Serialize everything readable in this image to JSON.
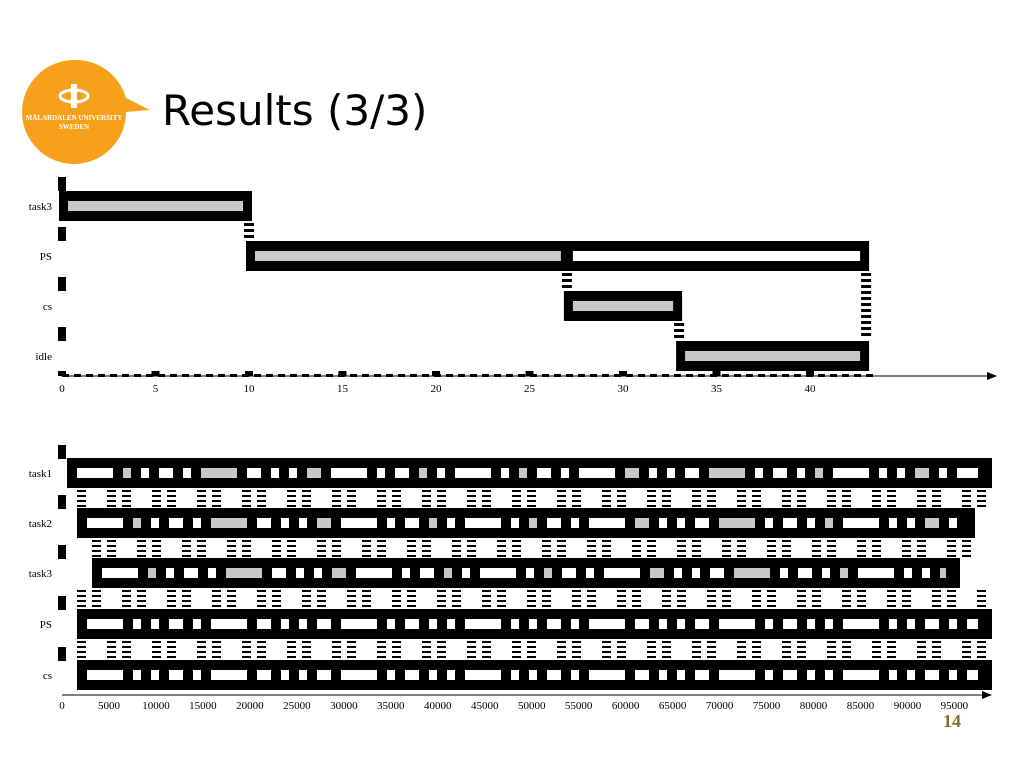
{
  "header": {
    "title": "Results (3/3)",
    "logo_text_line1": "MÄLARDALEN UNIVERSITY",
    "logo_text_line2": "SWEDEN",
    "logo_color": "#f7a11a"
  },
  "footer": {
    "page_number": "14"
  },
  "chart_data": [
    {
      "type": "gantt",
      "rows": [
        "task3",
        "PS",
        "cs",
        "idle"
      ],
      "x_ticks": [
        0,
        5,
        10,
        15,
        20,
        25,
        30,
        35,
        40
      ],
      "xlim": [
        0,
        50
      ],
      "segments": [
        {
          "row": "task3",
          "start": 0,
          "end": 10,
          "fill": "gray"
        },
        {
          "row": "PS",
          "start": 10,
          "end": 27,
          "fill": "gray"
        },
        {
          "row": "PS",
          "start": 27,
          "end": 43,
          "fill": "white"
        },
        {
          "row": "cs",
          "start": 27,
          "end": 33,
          "fill": "gray"
        },
        {
          "row": "idle",
          "start": 33,
          "end": 43,
          "fill": "gray"
        }
      ]
    },
    {
      "type": "gantt",
      "rows": [
        "task1",
        "task2",
        "task3",
        "PS",
        "cs"
      ],
      "x_ticks": [
        0,
        5000,
        10000,
        15000,
        20000,
        25000,
        30000,
        35000,
        40000,
        45000,
        50000,
        55000,
        60000,
        65000,
        70000,
        75000,
        80000,
        85000,
        90000,
        95000
      ],
      "xlim": [
        0,
        99000
      ],
      "pattern_period": 1000,
      "note_rows_dense": true
    }
  ],
  "colors": {
    "bar": "#000000",
    "active": "#c8c8c8",
    "idle_fill": "#ffffff"
  }
}
